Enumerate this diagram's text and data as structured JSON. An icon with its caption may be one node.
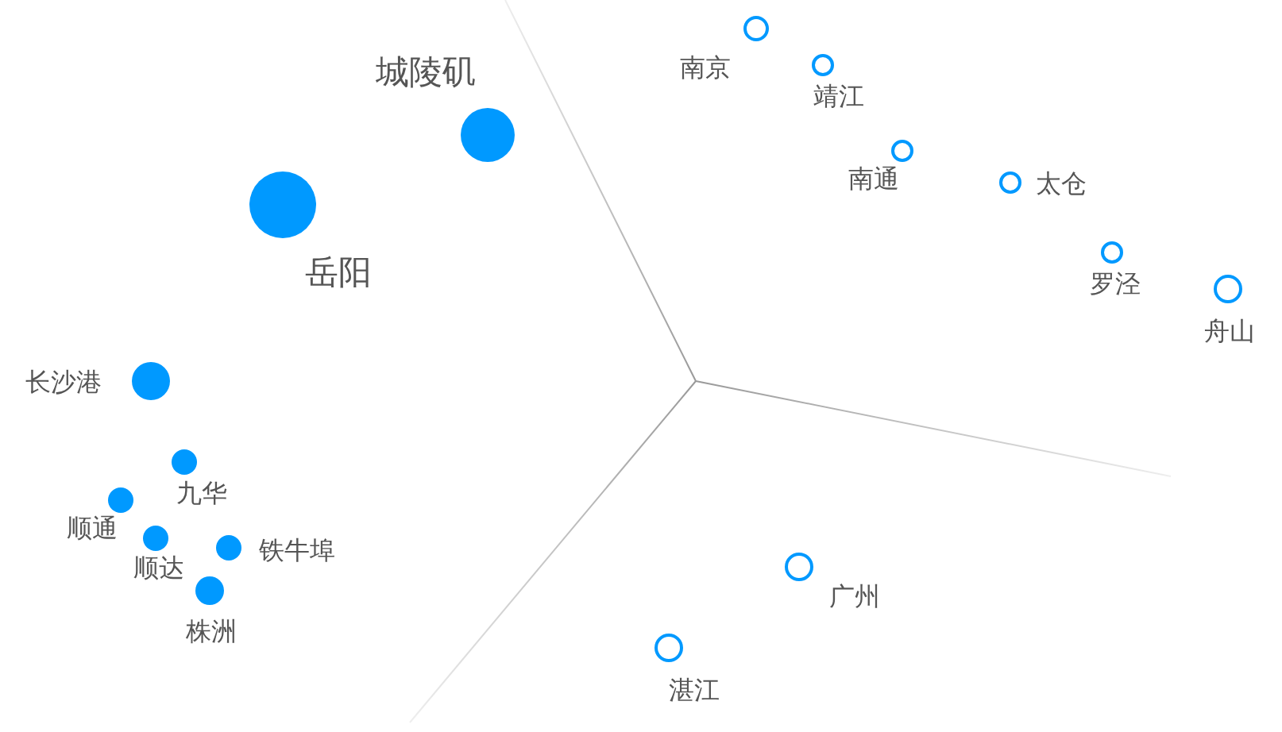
{
  "diagram": {
    "nodes": [
      {
        "text": [],
        "shape": "dot",
        "beside": [
          "城陵矶"
        ]
      },
      {
        "text": [],
        "shape": "dot",
        "beside": [
          "岳阳"
        ]
      },
      {
        "text": [],
        "shape": "dot",
        "beside": [
          "长沙港"
        ]
      },
      {
        "text": [],
        "shape": "dot",
        "beside": [
          "九华"
        ]
      },
      {
        "text": [],
        "shape": "dot",
        "beside": [
          "顺通"
        ]
      },
      {
        "text": [],
        "shape": "dot",
        "beside": [
          "顺达"
        ]
      },
      {
        "text": [],
        "shape": "dot",
        "beside": [
          "铁牛埠"
        ]
      },
      {
        "text": [],
        "shape": "dot",
        "beside": [
          "株洲"
        ]
      },
      {
        "text": [],
        "shape": "circle",
        "beside": [
          "南京"
        ]
      },
      {
        "text": [],
        "shape": "circle",
        "beside": [
          "靖江"
        ]
      },
      {
        "text": [],
        "shape": "circle",
        "beside": [
          "南通"
        ]
      },
      {
        "text": [],
        "shape": "circle",
        "beside": [
          "太仓"
        ]
      },
      {
        "text": [],
        "shape": "circle",
        "beside": [
          "罗泾"
        ]
      },
      {
        "text": [],
        "shape": "circle",
        "beside": [
          "舟山"
        ]
      },
      {
        "text": [],
        "shape": "circle",
        "beside": [
          "广州"
        ]
      },
      {
        "text": [],
        "shape": "circle",
        "beside": [
          "湛江"
        ]
      }
    ]
  }
}
